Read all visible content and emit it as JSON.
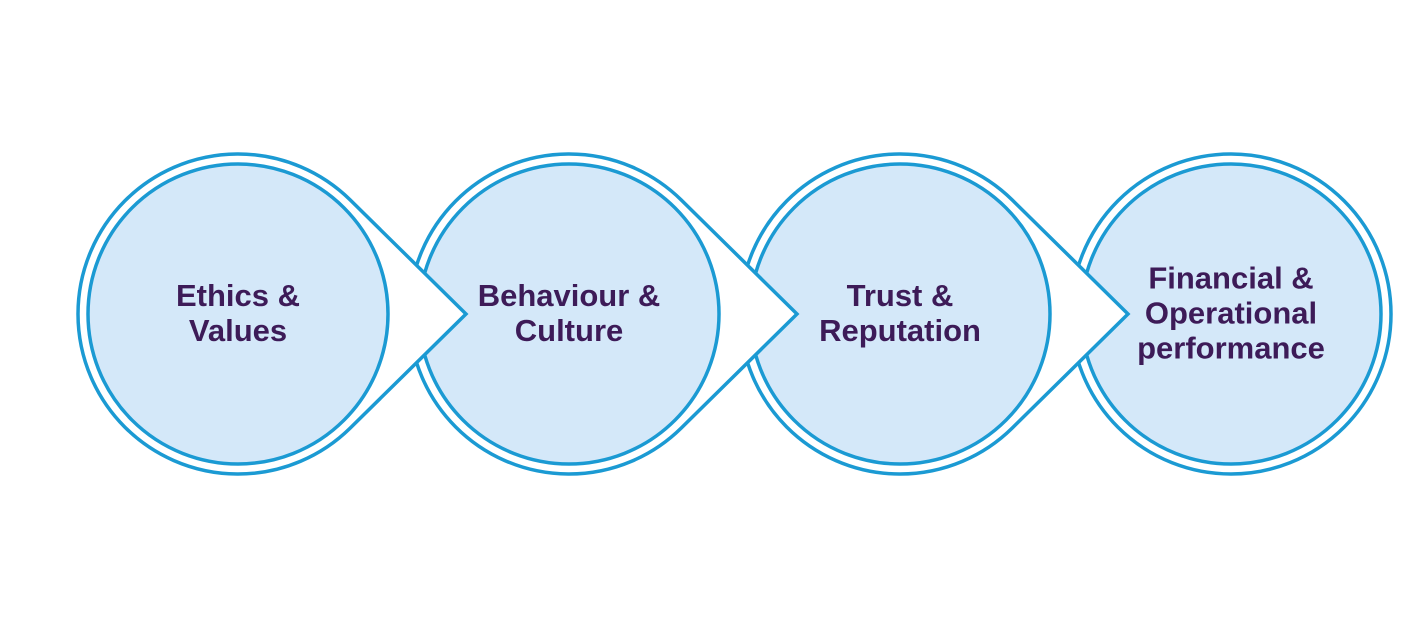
{
  "diagram": {
    "type": "flow",
    "colors": {
      "ring": "#1b9ad3",
      "fill": "#d4e8f9",
      "text": "#3d1b58",
      "background": "#ffffff"
    },
    "nodes": [
      {
        "lines": [
          "Ethics &",
          "Values"
        ]
      },
      {
        "lines": [
          "Behaviour &",
          "Culture"
        ]
      },
      {
        "lines": [
          "Trust &",
          "Reputation"
        ]
      },
      {
        "lines": [
          "Financial &",
          "Operational",
          "performance"
        ]
      }
    ]
  }
}
